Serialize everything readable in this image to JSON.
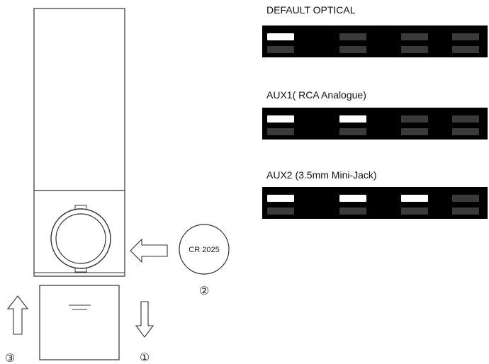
{
  "battery": {
    "label": "CR 2025"
  },
  "steps": [
    "①",
    "②",
    "③"
  ],
  "indicators": [
    {
      "title": "DEFAULT OPTICAL",
      "lit": [
        true,
        false,
        false,
        false
      ]
    },
    {
      "title": "AUX1( RCA  Analogue)",
      "lit": [
        true,
        true,
        false,
        false
      ]
    },
    {
      "title": "AUX2 (3.5mm Mini-Jack)",
      "lit": [
        true,
        true,
        true,
        false
      ]
    }
  ],
  "colors": {
    "panel": "#000000",
    "led_on": "#ffffff",
    "led_off": "#3a3a3a",
    "line": "#333333"
  }
}
